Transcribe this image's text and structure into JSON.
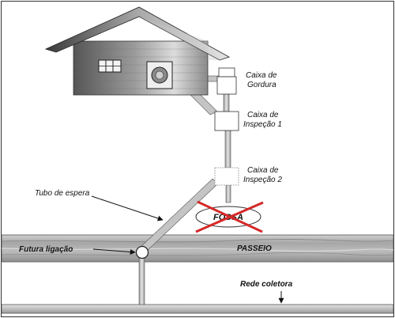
{
  "labels": {
    "caixa_gordura_1": "Caixa de",
    "caixa_gordura_2": "Gordura",
    "caixa_inspecao1_1": "Caixa de",
    "caixa_inspecao1_2": "Inspeção 1",
    "caixa_inspecao2_1": "Caixa de",
    "caixa_inspecao2_2": "Inspeção 2",
    "tubo_espera": "Tubo de espera",
    "futura_ligacao": "Futura ligação",
    "passeio": "PASSEIO",
    "fossa": "FOSSA",
    "rede_coletora": "Rede coletora"
  },
  "colors": {
    "pipe": "#c4c4c4",
    "fossa_cross": "#d62828",
    "sidewalk": "#a9a9a9"
  },
  "icons": {
    "house": "house-icon",
    "cross": "x-cross-icon",
    "arrow": "arrow-icon"
  }
}
